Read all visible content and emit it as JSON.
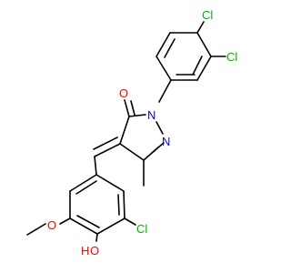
{
  "molecule": {
    "labels": {
      "cl_top": "Cl",
      "cl_right": "Cl",
      "cl_ring": "Cl",
      "oxygen_carbonyl": "O",
      "nitrogen_n1": "N",
      "nitrogen_n2": "N",
      "oxygen_methoxy": "O",
      "ho_h": "H",
      "ho_o": "O"
    },
    "colors": {
      "bond": "#000000",
      "chlorine": "#00b400",
      "oxygen": "#ff0000",
      "nitrogen": "#0000ff"
    }
  }
}
